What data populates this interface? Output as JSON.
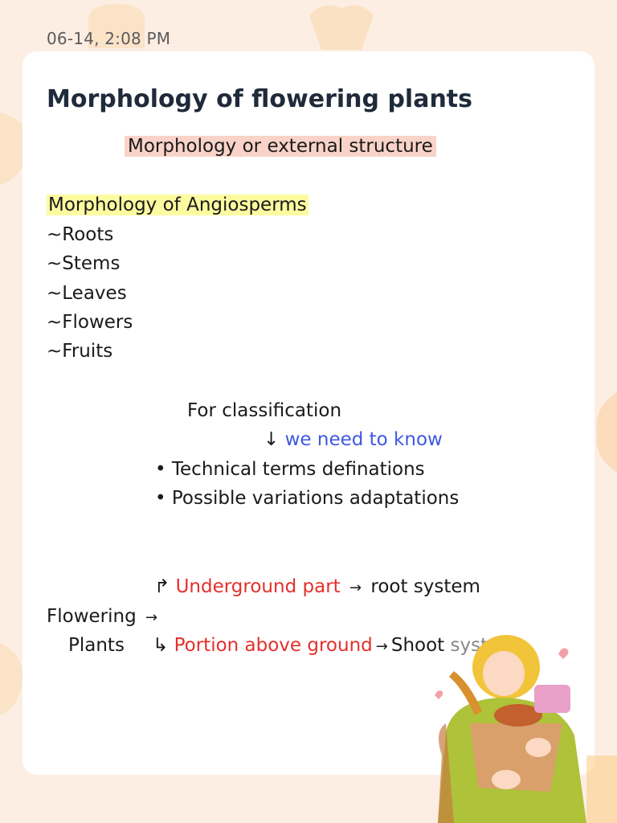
{
  "note": {
    "timestamp": "06-14, 2:08 PM",
    "title": "Morphology of flowering plants",
    "subtitle": "Morphology or external structure",
    "section_heading": "Morphology of Angiosperms",
    "parts": [
      "~Roots",
      "~Stems",
      "~Leaves",
      "~Flowers",
      "~Fruits"
    ],
    "classification": {
      "label": "For classification",
      "arrow": "↓",
      "need": "we need to know",
      "bullets": [
        "• Technical terms definations",
        "• Possible variations adaptations"
      ]
    },
    "flow": {
      "flowering": "Flowering",
      "plants": "Plants",
      "arrow_right": "→",
      "branch_up": "↱",
      "branch_down": "↳",
      "underground": "Underground part",
      "root_system": "root system",
      "above_ground": "Portion above ground",
      "shoot": "Shoot",
      "system": "system"
    }
  },
  "colors": {
    "highlight_pink": "#f9d3c8",
    "highlight_yellow": "#fdfba0",
    "blue": "#3f58e0",
    "red": "#e3302c"
  }
}
